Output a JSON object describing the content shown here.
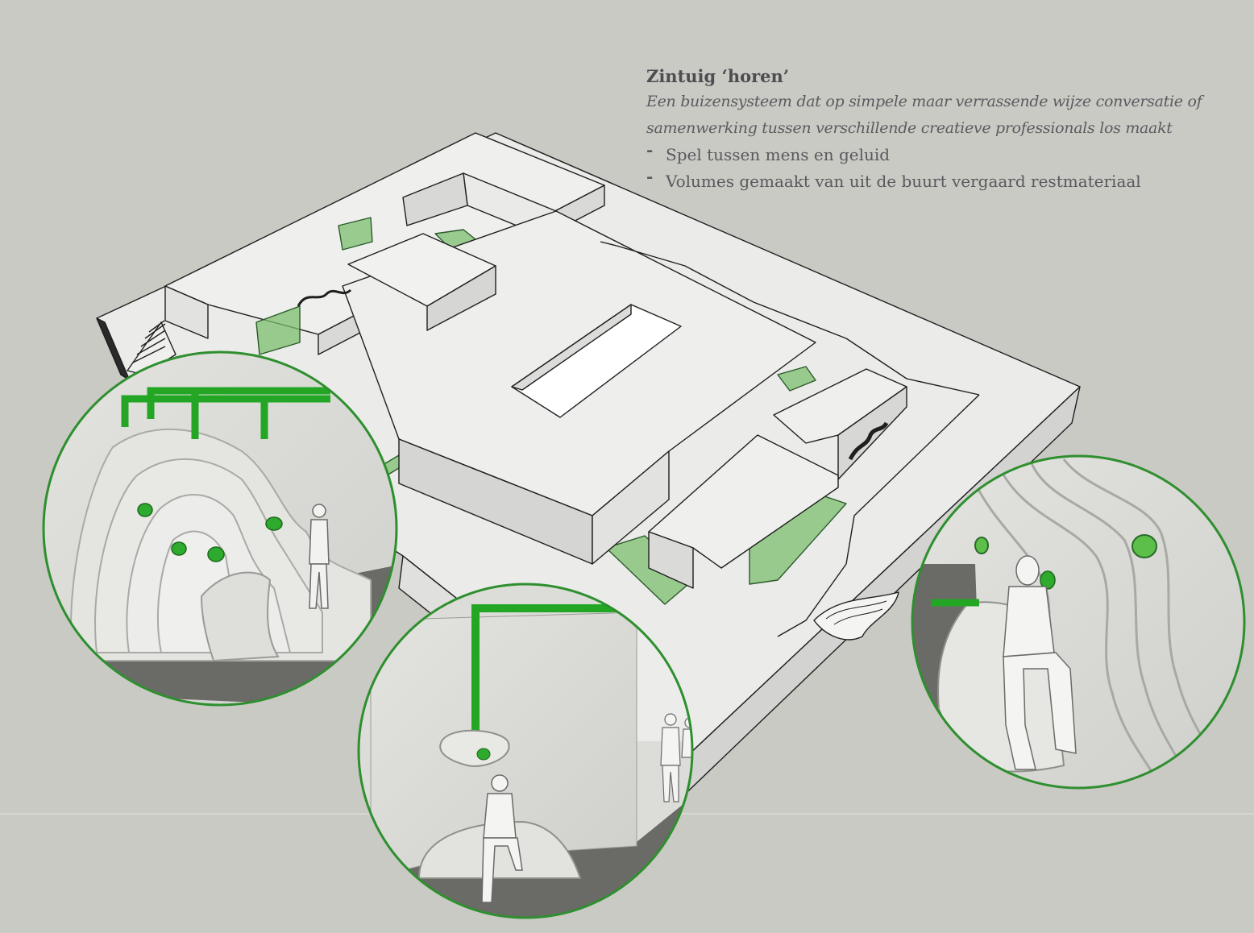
{
  "caption": {
    "title": "Zintuig ‘horen’",
    "subtitle_lines": [
      "Een buizensysteem dat op simpele  maar verrassende wijze conversatie of",
      "samenwerking tussen verschillende creatieve professionals los maakt"
    ],
    "bullets": [
      "Spel tussen mens en geluid",
      "Volumes gemaakt van uit de buurt vergaard restmateriaal"
    ],
    "bullet_marker": "-"
  },
  "colors": {
    "background": "#c9cac4",
    "building_top": "#ececeb",
    "building_side": "#d4d4d2",
    "outline": "#1e1e1e",
    "glass_green": "#7cbf6e",
    "pipe_green": "#22a624",
    "circle_border": "#2e8f2e",
    "floor": "#6a6a66",
    "wall": "#dcdcd8"
  },
  "illustration": {
    "building": "building-model",
    "details": [
      "detail-view-left",
      "detail-view-middle",
      "detail-view-right"
    ]
  }
}
